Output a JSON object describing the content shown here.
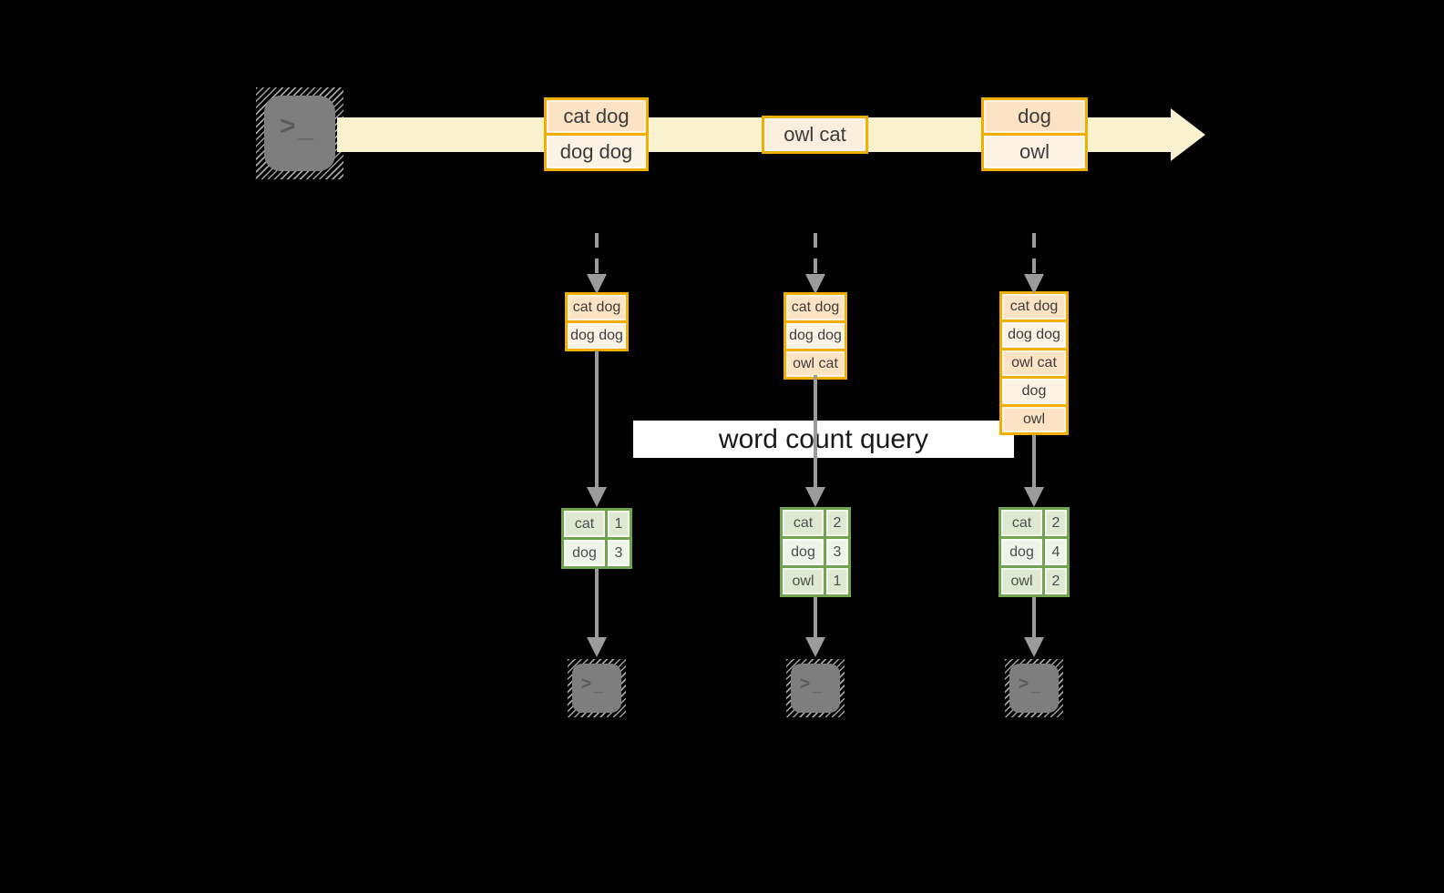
{
  "banner": {
    "label": "word count query"
  },
  "icons": {
    "terminal_chevron": ">",
    "terminal_cursor": "_",
    "source_icon": "terminal-icon",
    "sink_icon": "terminal-icon"
  },
  "colors": {
    "background": "#000000",
    "stream_arrow": "#faf2cf",
    "box_border_gold": "#f0af00",
    "row_peach": "#fbe3c3",
    "row_cream": "#fdf3e4",
    "row_mid": "#fceedc",
    "table_border_green": "#6fa34f",
    "table_row_dark": "#dfe9d2",
    "table_row_light": "#eef4e8",
    "connector_gray": "#9b9b9b",
    "terminal_gray": "#7e7e7e",
    "banner_bg": "#ffffff",
    "text_dark": "#3c3c3c"
  },
  "timeline": {
    "events": [
      {
        "rows": [
          "cat dog",
          "dog dog"
        ]
      },
      {
        "rows": [
          "owl cat"
        ]
      },
      {
        "rows": [
          "dog",
          "owl"
        ]
      }
    ]
  },
  "columns": [
    {
      "state_rows": [
        "cat dog",
        "dog dog"
      ],
      "counts": [
        {
          "word": "cat",
          "count": "1"
        },
        {
          "word": "dog",
          "count": "3"
        }
      ]
    },
    {
      "state_rows": [
        "cat dog",
        "dog dog",
        "owl cat"
      ],
      "counts": [
        {
          "word": "cat",
          "count": "2"
        },
        {
          "word": "dog",
          "count": "3"
        },
        {
          "word": "owl",
          "count": "1"
        }
      ]
    },
    {
      "state_rows": [
        "cat dog",
        "dog dog",
        "owl cat",
        "dog",
        "owl"
      ],
      "counts": [
        {
          "word": "cat",
          "count": "2"
        },
        {
          "word": "dog",
          "count": "4"
        },
        {
          "word": "owl",
          "count": "2"
        }
      ]
    }
  ]
}
